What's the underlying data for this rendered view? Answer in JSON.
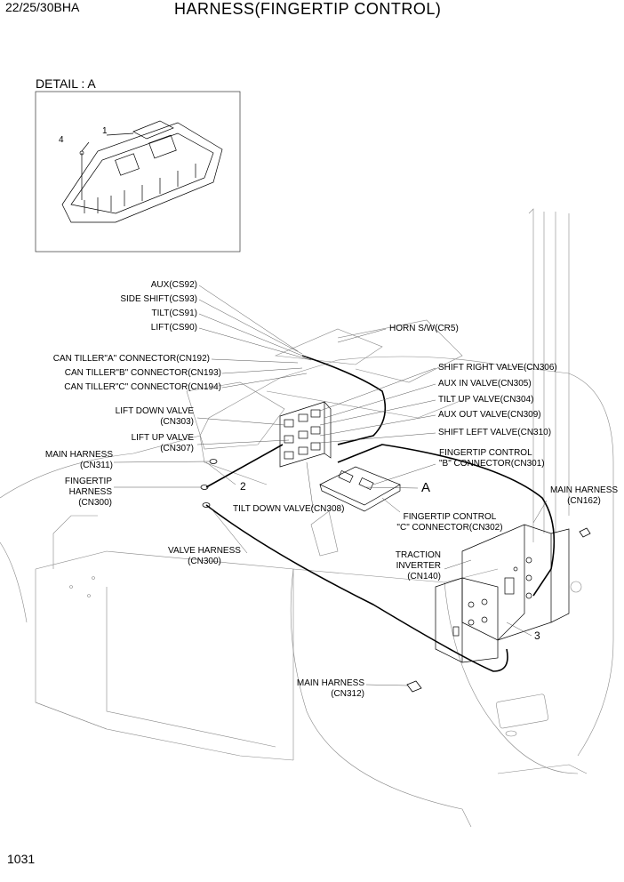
{
  "header": {
    "model": "22/25/30BHA",
    "title": "HARNESS(FINGERTIP CONTROL)"
  },
  "detail": {
    "label": "DETAIL : A",
    "item1": "1",
    "item4": "4"
  },
  "labels": {
    "aux": "AUX(CS92)",
    "side_shift": "SIDE SHIFT(CS93)",
    "tilt": "TILT(CS91)",
    "lift": "LIFT(CS90)",
    "horn": "HORN S/W(CR5)",
    "can_a": "CAN TILLER\"A\" CONNECTOR(CN192)",
    "can_b": "CAN TILLER\"B\" CONNECTOR(CN193)",
    "can_c": "CAN TILLER\"C\" CONNECTOR(CN194)",
    "shift_right": "SHIFT RIGHT VALVE(CN306)",
    "aux_in": "AUX IN VALVE(CN305)",
    "tilt_up": "TILT UP VALVE(CN304)",
    "aux_out": "AUX OUT VALVE(CN309)",
    "shift_left": "SHIFT LEFT VALVE(CN310)",
    "lift_down_1": "LIFT DOWN VALVE",
    "lift_down_2": "(CN303)",
    "lift_up_1": "LIFT UP VALVE",
    "lift_up_2": "(CN307)",
    "main311_1": "MAIN HARNESS",
    "main311_2": "(CN311)",
    "finger_h_1": "FINGERTIP",
    "finger_h_2": "HARNESS",
    "finger_h_3": "(CN300)",
    "fc_b_1": "FINGERTIP CONTROL",
    "fc_b_2": "\"B\" CONNECTOR(CN301)",
    "main162_1": "MAIN HARNESS",
    "main162_2": "(CN162)",
    "item_a": "A",
    "item2": "2",
    "tilt_down": "TILT DOWN VALVE(CN308)",
    "fc_c_1": "FINGERTIP CONTROL",
    "fc_c_2": "\"C\" CONNECTOR(CN302)",
    "valve_h_1": "VALVE HARNESS",
    "valve_h_2": "(CN300)",
    "traction_1": "TRACTION",
    "traction_2": "INVERTER",
    "traction_3": "(CN140)",
    "item3": "3",
    "main312_1": "MAIN HARNESS",
    "main312_2": "(CN312)"
  },
  "footer": {
    "page": "1031"
  }
}
